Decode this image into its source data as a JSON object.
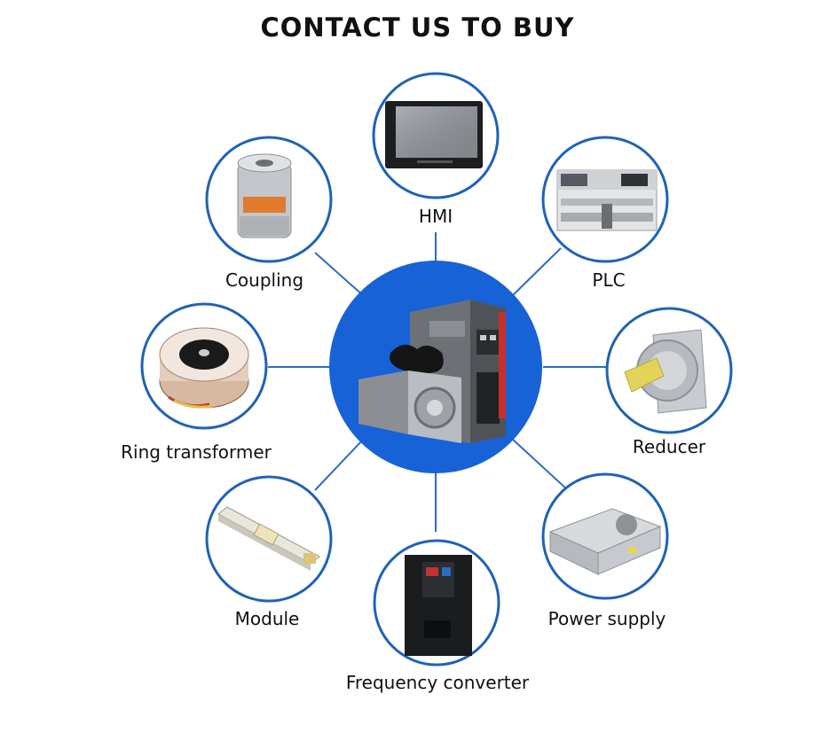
{
  "page": {
    "title": "CONTACT US TO BUY"
  },
  "center": {
    "product": "servo-motor-and-drive-image"
  },
  "products": [
    {
      "id": "hmi",
      "label": "HMI",
      "icon": "hmi-image"
    },
    {
      "id": "plc",
      "label": "PLC",
      "icon": "plc-image"
    },
    {
      "id": "reducer",
      "label": "Reducer",
      "icon": "reducer-image"
    },
    {
      "id": "power-supply",
      "label": "Power supply",
      "icon": "power-supply-image"
    },
    {
      "id": "frequency-converter",
      "label": "Frequency converter",
      "icon": "frequency-converter-image"
    },
    {
      "id": "module",
      "label": "Module",
      "icon": "linear-module-image"
    },
    {
      "id": "ring-transformer",
      "label": "Ring transformer",
      "icon": "ring-transformer-image"
    },
    {
      "id": "coupling",
      "label": "Coupling",
      "icon": "coupling-image"
    }
  ],
  "colors": {
    "ring": "#1f62b6",
    "hub": "#1762d6",
    "connector": "#2b6cc4"
  }
}
